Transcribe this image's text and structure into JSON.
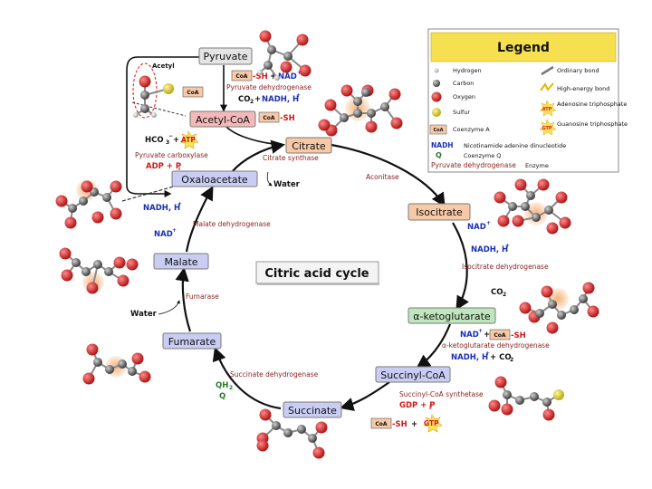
{
  "title": "Citric acid cycle",
  "legend": {
    "title": "Legend",
    "entries_left": [
      "Hydrogen",
      "Carbon",
      "Oxygen",
      "Sulfur",
      "Coenzyme A"
    ],
    "entries_right": [
      "Ordinary bond",
      "High-energy bond",
      "Adenosine triphosphate",
      "Guanosine triphosphate"
    ],
    "abbrev": [
      {
        "code": "NADH",
        "desc": "Nicotinamide adenine dinucleotide"
      },
      {
        "code": "Q",
        "desc": "Coenzyme Q"
      }
    ],
    "enzyme_example": "Pyruvate dehydrogenase",
    "enzyme_word": "Enzyme",
    "coa_badge": "CoA",
    "atp_badge": "ATP",
    "gtp_badge": "GTP"
  },
  "nodes": {
    "pyruvate": "Pyruvate",
    "acetyl_coa": "Acetyl-CoA",
    "citrate": "Citrate",
    "isocitrate": "Isocitrate",
    "akg": "α-ketoglutarate",
    "succinyl_coa": "Succinyl-CoA",
    "succinate": "Succinate",
    "fumarate": "Fumarate",
    "malate": "Malate",
    "oxaloacetate": "Oxaloacetate"
  },
  "enzymes": {
    "pdh": "Pyruvate dehydrogenase",
    "citrate_synthase": "Citrate synthase",
    "aconitase": "Aconitase",
    "idh": "Isocitrate dehydrogenase",
    "akgdh": "α-ketoglutarate dehydrogenase",
    "scs": "Succinyl-CoA synthetase",
    "sdh": "Succinate dehydrogenase",
    "fumarase": "Fumarase",
    "mdh": "Malate dehydrogenase",
    "pc": "Pyruvate carboxylase"
  },
  "labels": {
    "acetyl": "Acetyl",
    "coa": "CoA",
    "sh": "-SH",
    "plus": "+",
    "nad_plus": "NAD",
    "sup_plus": "+",
    "co2": "CO",
    "two": "2",
    "nadh_h": "NADH, H",
    "water": "Water",
    "hco3": "HCO",
    "three": "3",
    "minus": "−",
    "atp": "ATP",
    "adp_p": "ADP + P",
    "i": "i",
    "gdp_p": "GDP + P",
    "gtp": "GTP",
    "qh2": "QH",
    "q": "Q",
    "nadh_co2": "NADH, H",
    "plus_co2": "+ CO"
  },
  "colors": {
    "cycle_arrow": "#111111",
    "acetyl_coa_fill": "#f3b9b9",
    "citrate_fill": "#f7c9a6",
    "blue_fill": "#c9cdf3",
    "green_fill": "#bfe6bd",
    "gray_fill": "#e4e4e4",
    "oxygen": "#cc1f1f",
    "carbon": "#555555",
    "sulfur": "#e5d83a",
    "legend_header": "#f6e050"
  }
}
